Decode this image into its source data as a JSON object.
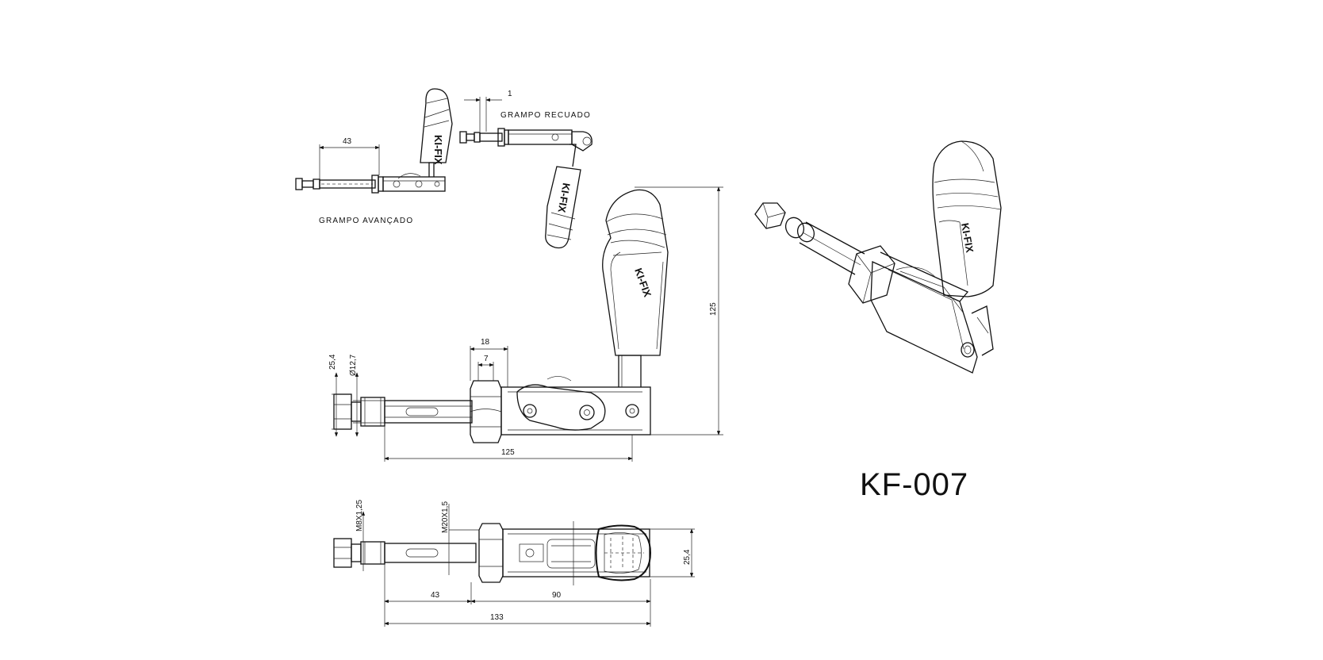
{
  "drawing": {
    "model": "KF-007",
    "brand_mark": "KI-FIX",
    "labels": {
      "retracted": "GRAMPO RECUADO",
      "advanced": "GRAMPO AVANÇADO"
    },
    "dimensions": {
      "retracted_gap": "1",
      "advanced_stroke": "43",
      "total_height": "125",
      "nut_width": "18",
      "nut_thickness": "7",
      "head_height": "25,4",
      "rod_diameter": "Ø12,7",
      "length_front": "125",
      "thread_rod": "M8X1,25",
      "thread_body": "M20X1,5",
      "body_width": "25,4",
      "stroke_top": "43",
      "body_length": "90",
      "overall_length": "133"
    }
  }
}
